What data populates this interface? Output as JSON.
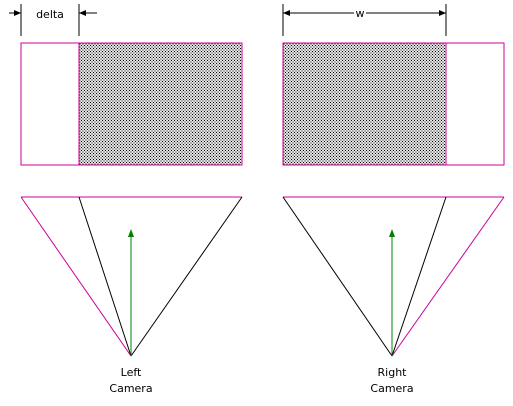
{
  "labels": {
    "delta": "delta",
    "w": "w",
    "left_camera_line1": "Left",
    "left_camera_line2": "Camera",
    "right_camera_line1": "Right",
    "right_camera_line2": "Camera"
  },
  "colors": {
    "frame_outline": "#cc0099",
    "frustum_edge": "#cc0099",
    "view_lines": "#000000",
    "view_vector": "#008000",
    "dimension_lines": "#000000",
    "shaded_region_fill": "#e6e6e6",
    "shaded_region_dots": "#000000",
    "background": "#ffffff"
  },
  "icons": {
    "arrowhead": "arrowhead-icon",
    "stipple": "stipple-pattern"
  }
}
